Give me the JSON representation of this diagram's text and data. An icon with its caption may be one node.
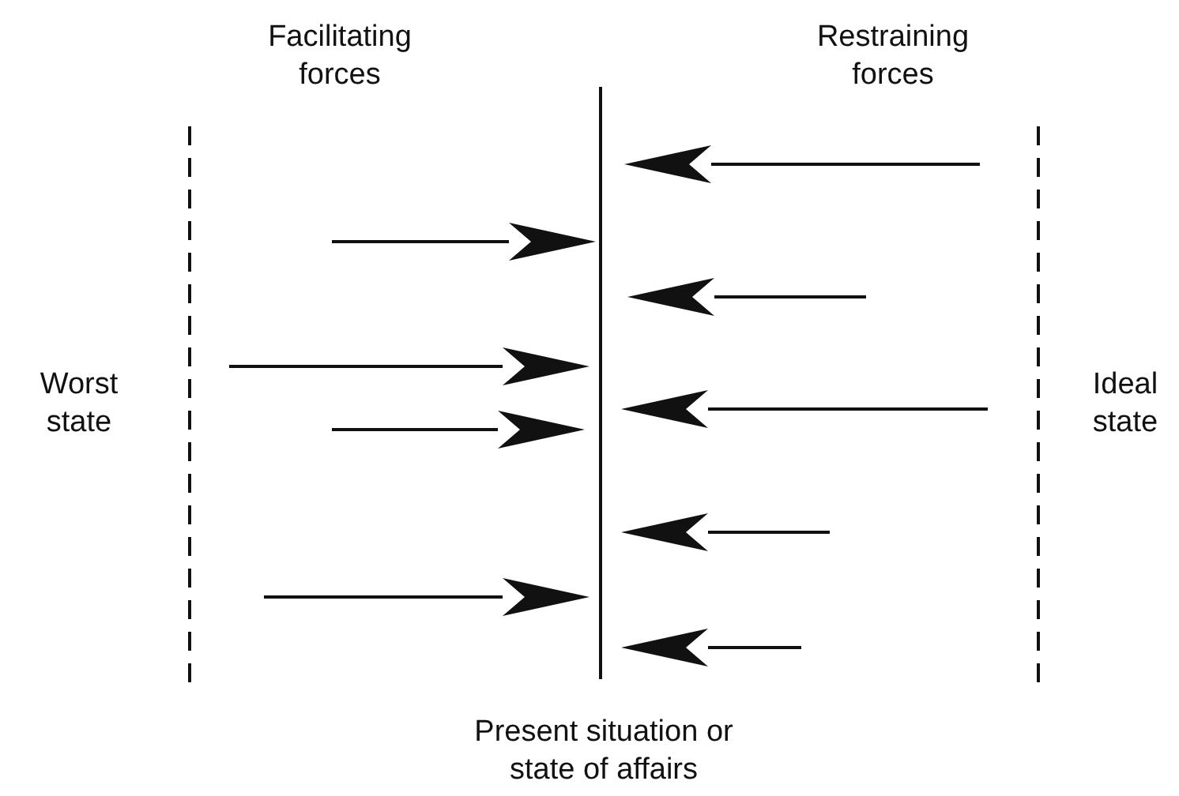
{
  "diagram": {
    "labels": [
      "Facilitating forces",
      "Restraining forces",
      "Worst state",
      "Ideal state",
      "Present situation or state of affairs"
    ]
  }
}
